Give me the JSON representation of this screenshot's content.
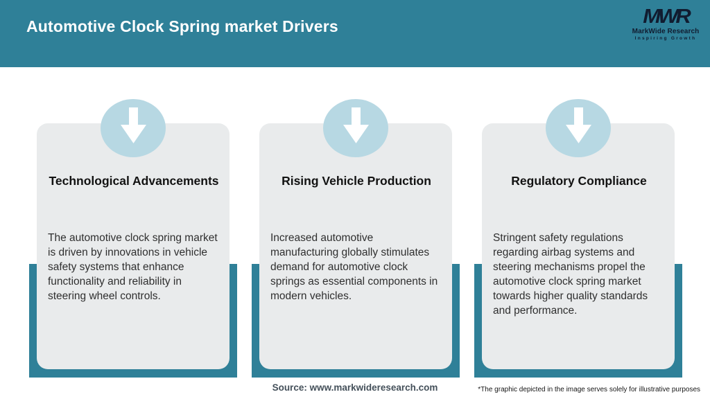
{
  "header": {
    "title": "Automotive Clock Spring market Drivers",
    "logo": {
      "mark": "MWR",
      "name": "MarkWide Research",
      "tagline": "Inspiring Growth"
    }
  },
  "cards": [
    {
      "icon": "down-arrow-icon",
      "title": "Technological Advancements",
      "body": "The automotive clock spring market is driven by innovations in vehicle safety systems that enhance functionality and reliability in steering wheel controls."
    },
    {
      "icon": "down-arrow-icon",
      "title": "Rising Vehicle Production",
      "body": "Increased automotive manufacturing globally stimulates demand for automotive clock springs as essential components in modern vehicles."
    },
    {
      "icon": "down-arrow-icon",
      "title": "Regulatory Compliance",
      "body": "Stringent safety regulations regarding airbag systems and steering mechanisms propel the automotive clock spring market towards higher quality standards and performance."
    }
  ],
  "footer": {
    "source": "Source: www.markwideresearch.com",
    "disclaimer": "*The graphic depicted in the image serves solely for illustrative purposes"
  },
  "colors": {
    "header_teal": "#2f8098",
    "backdrop_teal": "#2f8098",
    "circle_blue": "#b7d8e3",
    "card_gray": "#e9ebec",
    "arrow_white": "#ffffff",
    "title_text": "#121212",
    "body_text": "#2f2f2f",
    "source_text": "#44505a",
    "logo_navy": "#111c30"
  }
}
